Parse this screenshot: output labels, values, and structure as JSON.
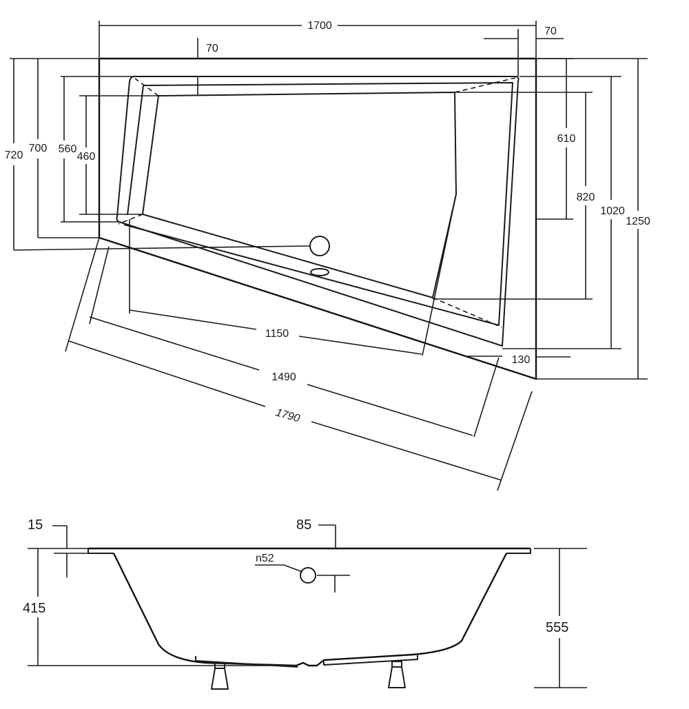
{
  "top_view": {
    "overall_width": "1700",
    "edge_right": "70",
    "edge_top": "70",
    "left_dims": [
      "720",
      "700",
      "560",
      "460"
    ],
    "right_dims": [
      "610",
      "820",
      "1020",
      "1250"
    ],
    "bottom_offset": "130",
    "bottom_dims": [
      "1150",
      "1490",
      "1790"
    ]
  },
  "side_view": {
    "rim": "15",
    "drain_offset": "85",
    "overflow_label": "n52",
    "depth": "415",
    "total_height": "555"
  }
}
